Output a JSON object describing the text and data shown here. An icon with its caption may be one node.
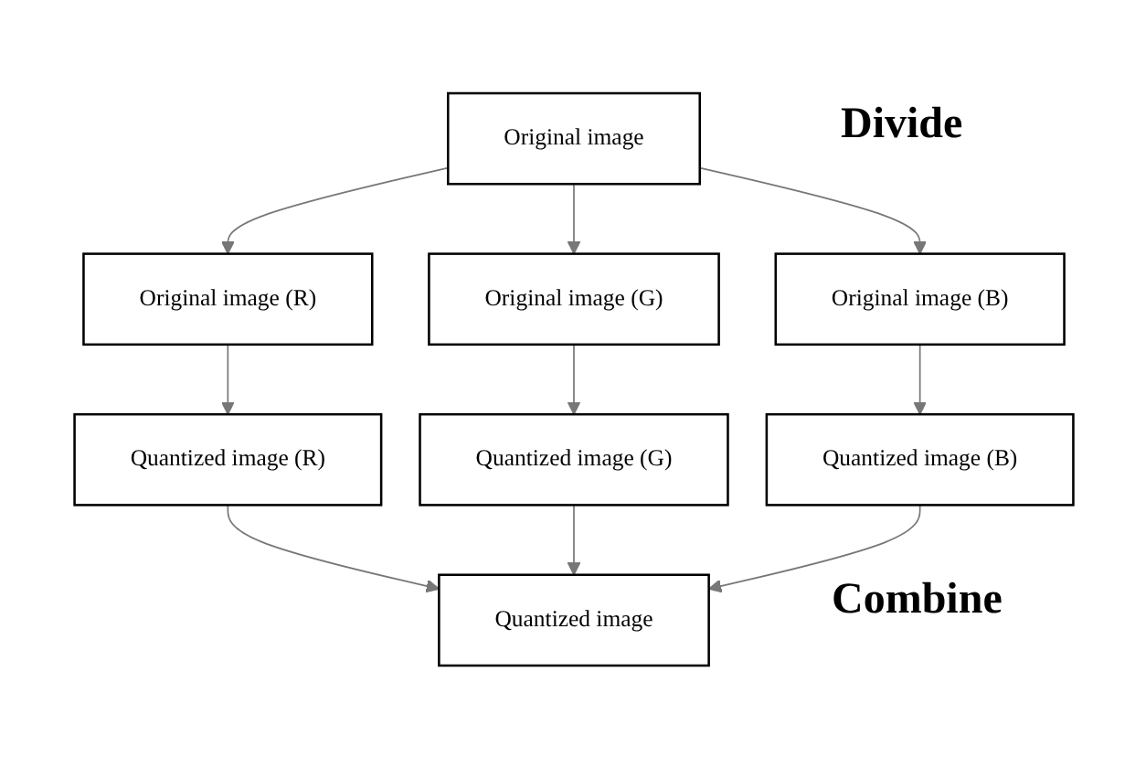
{
  "diagram": {
    "nodes": [
      {
        "text": [
          "Original image"
        ]
      },
      {
        "text": [
          "Original image (R)"
        ]
      },
      {
        "text": [
          "Original image (G)"
        ]
      },
      {
        "text": [
          "Original image (B)"
        ]
      },
      {
        "text": [
          "Quantized image (R)"
        ]
      },
      {
        "text": [
          "Quantized image (G)"
        ]
      },
      {
        "text": [
          "Quantized image (B)"
        ]
      },
      {
        "text": [
          "Quantized image"
        ]
      }
    ],
    "edges": [
      {
        "from": 0,
        "to": 1,
        "arrow": "to"
      },
      {
        "from": 0,
        "to": 2,
        "arrow": "to"
      },
      {
        "from": 0,
        "to": 3,
        "arrow": "to"
      },
      {
        "from": 1,
        "to": 4,
        "arrow": "to"
      },
      {
        "from": 2,
        "to": 5,
        "arrow": "to"
      },
      {
        "from": 3,
        "to": 6,
        "arrow": "to"
      },
      {
        "from": 4,
        "to": 7,
        "arrow": "to"
      },
      {
        "from": 5,
        "to": 7,
        "arrow": "to"
      },
      {
        "from": 6,
        "to": 7,
        "arrow": "to"
      }
    ],
    "labels": [
      "Divide",
      "Combine"
    ]
  }
}
